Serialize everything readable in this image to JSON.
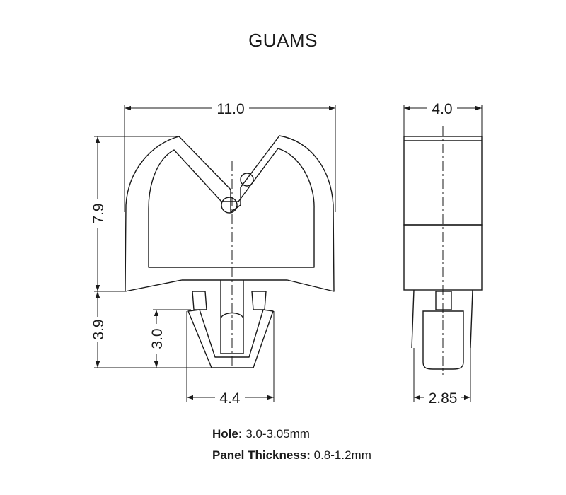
{
  "title": "GUAMS",
  "dimensions": {
    "front_width": "11.0",
    "front_height": "7.9",
    "leg_length": "3.9",
    "head_height": "3.0",
    "head_width": "4.4",
    "side_width": "4.0",
    "side_base": "2.85"
  },
  "specs": {
    "hole_label": "Hole:",
    "hole_value": " 3.0-3.05mm",
    "panel_label": "Panel Thickness:",
    "panel_value": " 0.8-1.2mm"
  },
  "colors": {
    "line": "#1a1a1a",
    "background": "#ffffff"
  }
}
